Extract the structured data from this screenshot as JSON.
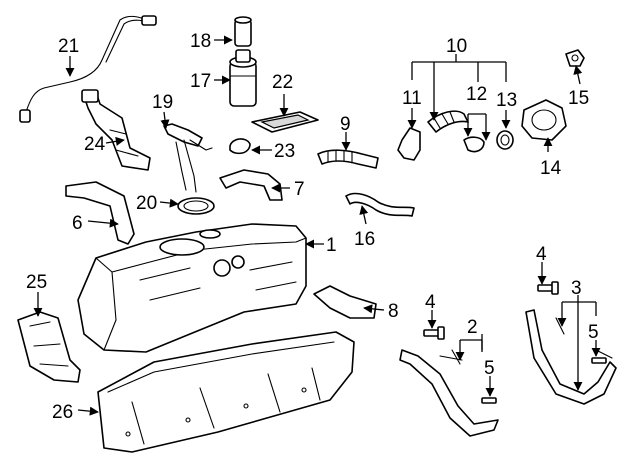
{
  "callouts": {
    "c1": "1",
    "c2": "2",
    "c3": "3",
    "c4a": "4",
    "c4b": "4",
    "c5a": "5",
    "c5b": "5",
    "c6": "6",
    "c7": "7",
    "c8": "8",
    "c9": "9",
    "c10": "10",
    "c11": "11",
    "c12": "12",
    "c13": "13",
    "c14": "14",
    "c15": "15",
    "c16": "16",
    "c17": "17",
    "c18": "18",
    "c19": "19",
    "c20": "20",
    "c21": "21",
    "c22": "22",
    "c23": "23",
    "c24": "24",
    "c25": "25",
    "c26": "26"
  }
}
